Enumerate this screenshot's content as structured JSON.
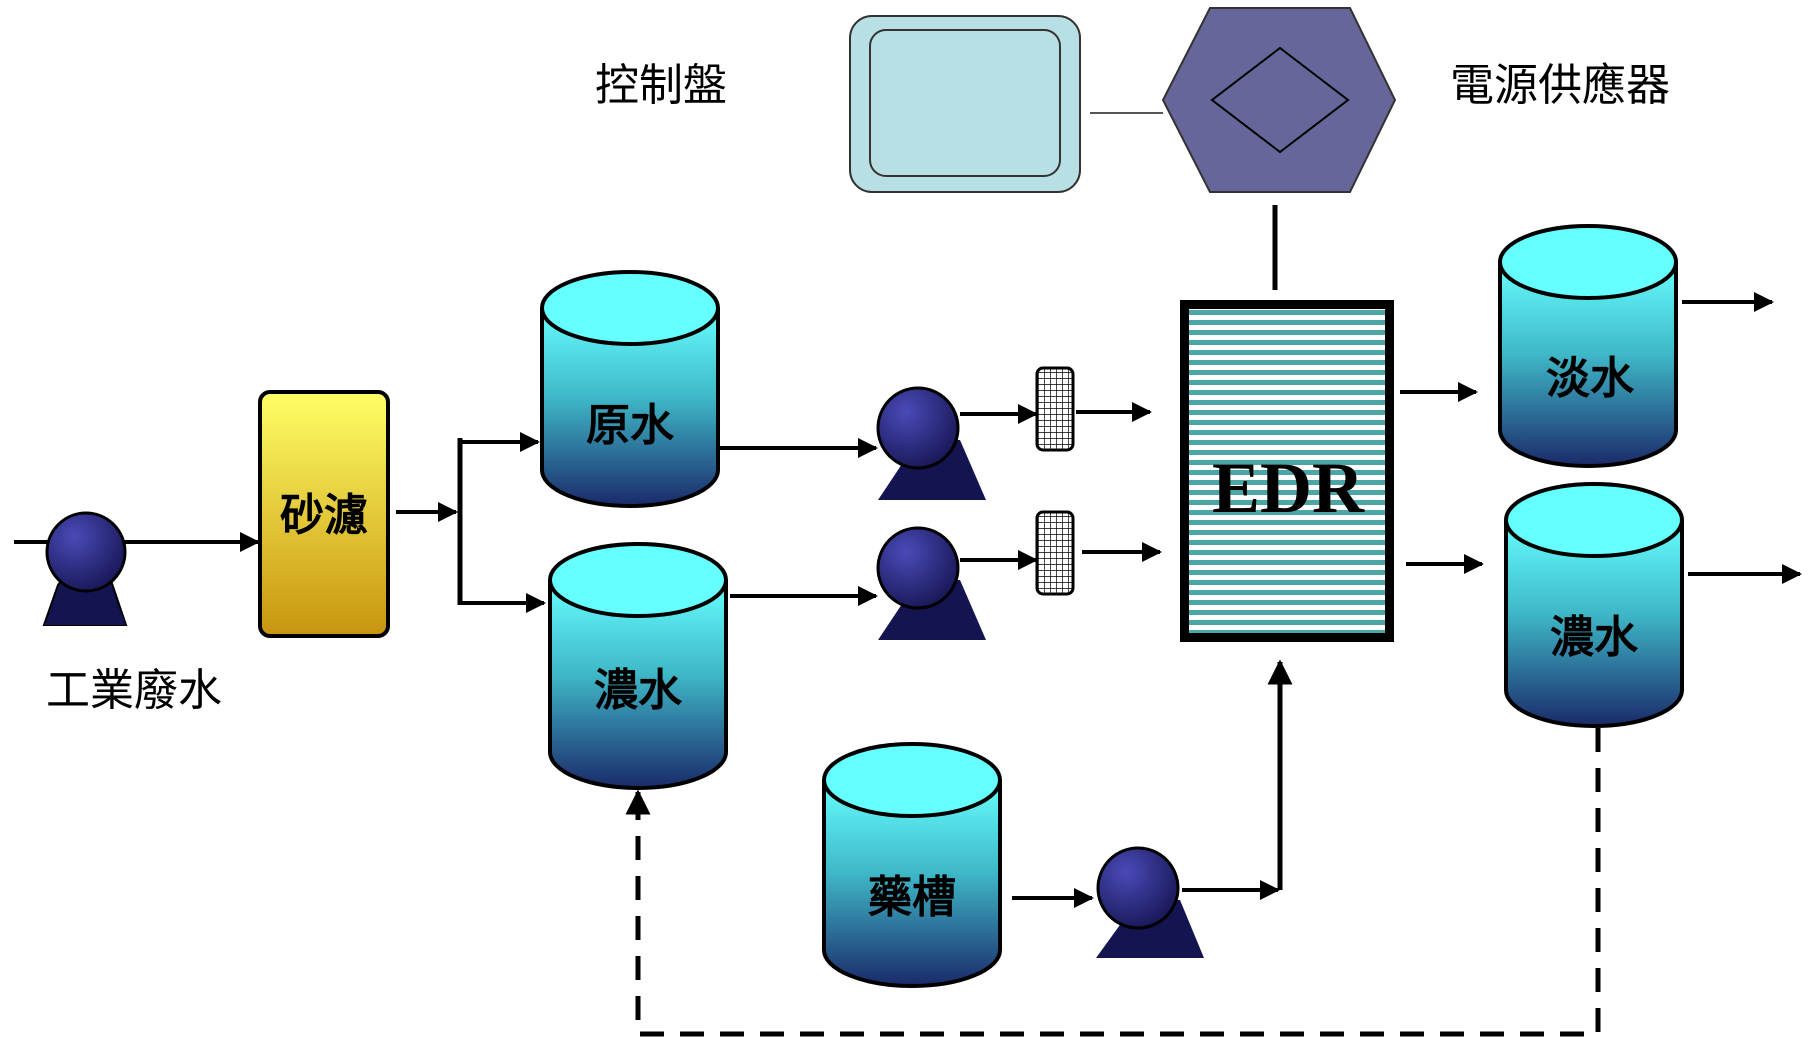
{
  "labels": {
    "control_panel": "控制盤",
    "power_supply": "電源供應器",
    "industrial_wastewater": "工業廢水",
    "sand_filter": "砂濾",
    "raw_water_tank": "原水",
    "concentrate_tank_left": "濃水",
    "chemical_tank": "藥槽",
    "edr_unit": "EDR",
    "fresh_water_tank": "淡水",
    "concentrate_tank_right": "濃水"
  },
  "colors": {
    "pump": "#1a1a6e",
    "tank_top": "#66ffff",
    "tank_bottom": "#1a2a6a",
    "filter_top": "#ffff66",
    "filter_bottom": "#c89410",
    "power_supply": "#66669a",
    "control_panel": "#b8e0e4",
    "edr_stripe": "#4da6a6"
  }
}
